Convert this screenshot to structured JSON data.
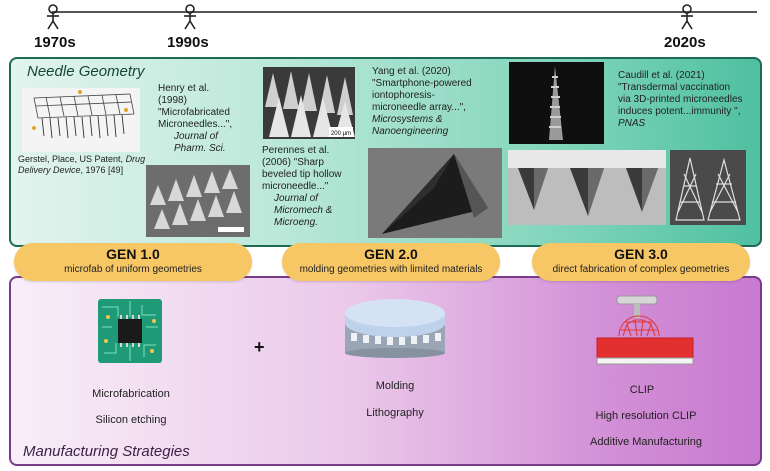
{
  "timeline": {
    "eras": [
      {
        "label": "1970s"
      },
      {
        "label": "1990s"
      },
      {
        "label": "2020s"
      }
    ]
  },
  "geometry_panel": {
    "title": "Needle Geometry",
    "refs": {
      "gerstel": {
        "line1": "Gerstel, Place, US Patent,",
        "line1_italic": "Drug",
        "line2_italic": "Delivery Device",
        "line2": ", 1976 [49]"
      },
      "henry": {
        "lines": [
          "Henry et al.",
          "(1998)",
          "\"Microfabricated",
          "Microneedles...\","
        ],
        "journal": [
          "Journal of",
          "Pharm. Sci."
        ]
      },
      "perennes": {
        "lines": [
          "Perennes et al.",
          "(2006) \"Sharp",
          "beveled tip hollow",
          "microneedle...\""
        ],
        "journal": [
          "Journal of",
          "Micromech &",
          "Microeng."
        ]
      },
      "yang": {
        "lines": [
          "Yang et al. (2020)",
          "\"Smartphone-powered",
          "iontophoresis-",
          "microneedle array...\","
        ],
        "journal": [
          "Microsystems &",
          "Nanoengineering"
        ]
      },
      "caudill": {
        "lines": [
          "Caudill et al. (2021)",
          "\"Transdermal vaccination",
          "via 3D-printed microneedles",
          "induces potent...immunity \","
        ],
        "journal": [
          "PNAS"
        ]
      }
    },
    "scale_bar": "200 µm"
  },
  "generations": [
    {
      "title": "GEN 1.0",
      "subtitle": "microfab of uniform geometries"
    },
    {
      "title": "GEN 2.0",
      "subtitle": "molding geometries with limited materials"
    },
    {
      "title": "GEN 3.0",
      "subtitle": "direct fabrication of complex geometries"
    }
  ],
  "manufacturing_panel": {
    "title": "Manufacturing Strategies",
    "plus": "+",
    "microfab": {
      "label": "Microfabrication",
      "sub": "Silicon etching"
    },
    "molding": {
      "label": "Molding",
      "sub": "Lithography"
    },
    "clip": {
      "label": "CLIP",
      "sub": "High resolution CLIP",
      "sub2": "Additive Manufacturing"
    }
  },
  "colors": {
    "geometry_border": "#1d6b55",
    "manufacturing_border": "#7a3a8a",
    "gen_pill": "#f7c766"
  }
}
